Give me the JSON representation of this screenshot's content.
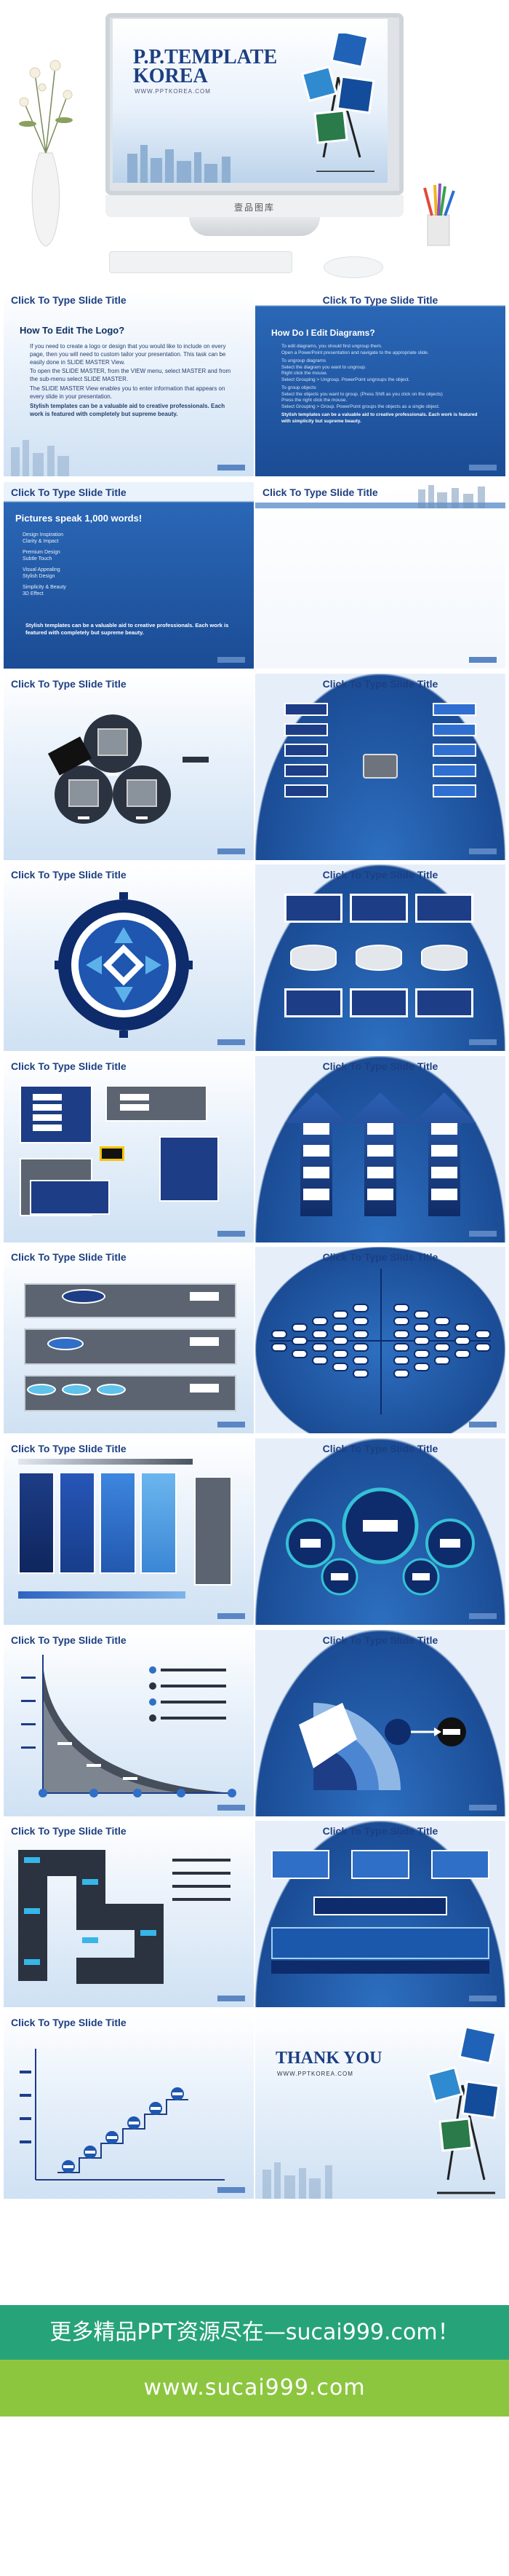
{
  "hero": {
    "title_line1": "P.P.TEMPLATE",
    "title_line2": "KOREA",
    "url": "WWW.PPTKOREA.COM",
    "brand": "壹品图库"
  },
  "slide_title": "Click To Type Slide Title",
  "slides": {
    "s1": {
      "heading": "How To Edit The Logo?",
      "p1": "If you need to create a logo or design that you would like to include on every page, then you will need to custom tailor your presentation. This task can be easily done in SLIDE MASTER View.",
      "p2": "To open the SLIDE MASTER, from the VIEW menu, select MASTER and from the sub-menu select SLIDE MASTER.",
      "p3": "The SLIDE MASTER View enables you to enter information that appears on every slide in your presentation.",
      "p4": "Stylish templates can be a valuable aid to creative professionals. Each work is featured with completely but supreme beauty."
    },
    "s2": {
      "heading": "How Do I Edit Diagrams?",
      "p1": "To edit diagrams, you should first ungroup them.",
      "p2": "Open a PowerPoint presentation and navigate to the appropriate slide.",
      "p3": "To ungroup diagrams",
      "p4": "Select the diagram you want to ungroup.",
      "p5": "Right click the mouse.",
      "p6": "Select Grouping > Ungroup. PowerPoint ungroups the object.",
      "p7": "To group objects",
      "p8": "Select the objects you want to group. (Press Shift as you click on the objects)",
      "p9": "Press the right click the mouse.",
      "p10": "Select Grouping > Group. PowerPoint groups the objects as a single object.",
      "p11": "Stylish templates can be a valuable aid to creative professionals. Each work is featured with simplicity but supreme beauty."
    },
    "s3": {
      "heading": "Pictures speak 1,000 words!",
      "items": [
        "Design Inspiration",
        "Clarity & Impact",
        "Premium Design",
        "Subtle Touch",
        "Visual Appealing",
        "Stylish Design",
        "Simplicity & Beauty",
        "3D Effect"
      ],
      "footer": "Stylish templates can be a valuable aid to creative professionals. Each work is featured with completely but supreme beauty."
    },
    "s20": {
      "heading": "THANK YOU",
      "url": "WWW.PPTKOREA.COM"
    }
  },
  "banners": {
    "green": "更多精品PPT资源尽在—sucai999.com！",
    "lime": "www.sucai999.com"
  },
  "colors": {
    "navy": "#1d3f82",
    "green": "#27a37a",
    "lime": "#8cc63f"
  }
}
